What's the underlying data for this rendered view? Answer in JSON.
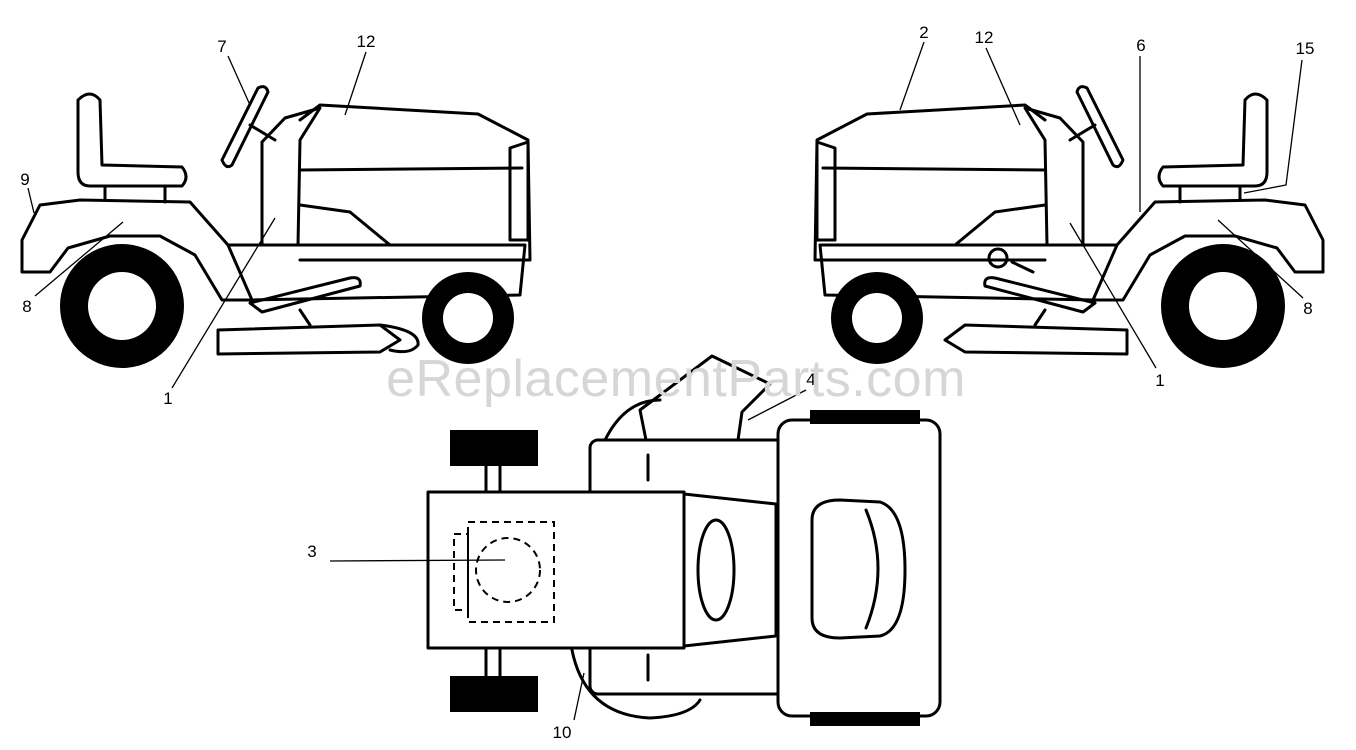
{
  "watermark": "eReplacementParts.com",
  "callouts": {
    "left_view": {
      "seven": "7",
      "twelve": "12",
      "nine": "9",
      "eight": "8",
      "one": "1"
    },
    "right_view": {
      "two": "2",
      "twelve": "12",
      "six": "6",
      "fifteen": "15",
      "eight": "8",
      "one": "1"
    },
    "top_view": {
      "four": "4",
      "three": "3",
      "ten": "10"
    }
  }
}
